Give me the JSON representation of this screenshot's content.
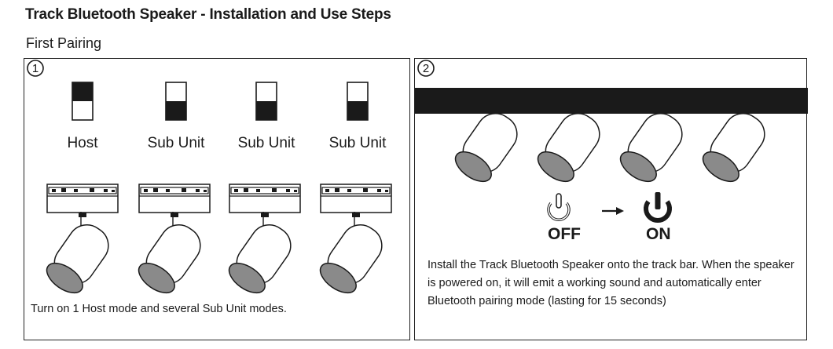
{
  "title": "Track Bluetooth Speaker - Installation and Use Steps",
  "subtitle": "First Pairing",
  "panel1": {
    "step_number": "1",
    "units": [
      {
        "label": "Host",
        "switch_state": "up"
      },
      {
        "label": "Sub Unit",
        "switch_state": "down"
      },
      {
        "label": "Sub Unit",
        "switch_state": "down"
      },
      {
        "label": "Sub Unit",
        "switch_state": "down"
      }
    ],
    "caption": "Turn on 1 Host mode and several Sub Unit modes."
  },
  "panel2": {
    "step_number": "2",
    "off_label": "OFF",
    "on_label": "ON",
    "caption": "Install the Track Bluetooth Speaker onto the track bar. When the speaker is powered on, it will emit a working sound and automatically enter Bluetooth pairing mode (lasting for 15 seconds)"
  },
  "colors": {
    "line": "#1a1a1a",
    "lens": "#8a8a8a",
    "track": "#1a1a1a"
  },
  "icons": [
    "power-off-icon",
    "power-on-icon",
    "arrow-right-icon",
    "mode-switch-icon",
    "speaker-icon",
    "track-adapter-icon"
  ]
}
